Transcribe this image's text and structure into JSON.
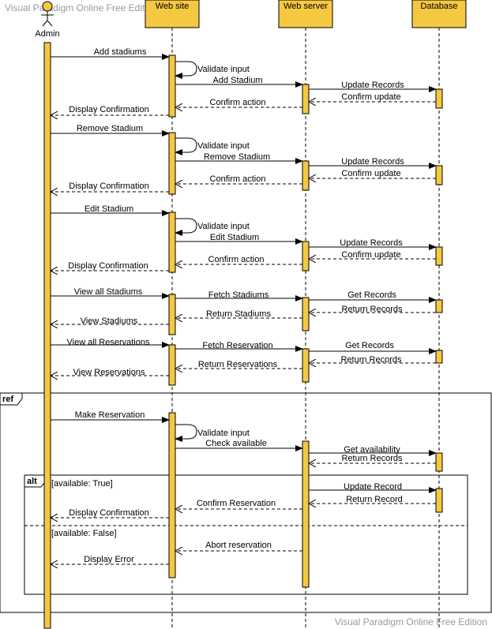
{
  "watermark": {
    "top": "Visual Paradigm Online Free Edition",
    "bottom": "Visual Paradigm Online Free Edition"
  },
  "actor": {
    "label": "Admin"
  },
  "lifelines": {
    "website": "Web site",
    "webserver": "Web server",
    "database": "Database"
  },
  "messages": {
    "m1": "Add stadiums",
    "m2": "Validate input",
    "m3": "Add Stadium",
    "m4": "Update Records",
    "m5": "Confirm update",
    "m6": "Confirm action",
    "m7": "Display Confirmation",
    "m8": "Remove Stadium",
    "m9": "Validate input",
    "m10": "Remove Stadium",
    "m11": "Update Records",
    "m12": "Confirm update",
    "m13": "Confirm action",
    "m14": "Display Confirmation",
    "m15": "Edit Stadium",
    "m16": "Validate input",
    "m17": "Edit Stadium",
    "m18": "Update Records",
    "m19": "Confirm update",
    "m20": "Confirm action",
    "m21": "Display Confirmation",
    "m22": "View all Stadiums",
    "m23": "Fetch Stadiums",
    "m24": "Get Records",
    "m25": "Return Records",
    "m26": "Return Stadiums",
    "m27": "View Stadiums",
    "m28": "View all Reservations",
    "m29": "Fetch Reservation",
    "m30": "Get Records",
    "m31": "Return Records",
    "m32": "Return Reservations",
    "m33": "View Reservations",
    "m34": "Make Reservation",
    "m35": "Validate input",
    "m36": "Check available",
    "m37": "Get availability",
    "m38": "Return Records",
    "m39": "Update Record",
    "m40": "Return Record",
    "m41": "Confirm Reservation",
    "m42": "Display Confirmation",
    "m43": "Abort reservation",
    "m44": "Display Error"
  },
  "fragments": {
    "ref": "ref",
    "alt": "alt",
    "guard_true": "[available: True]",
    "guard_false": "[available: False]"
  },
  "colors": {
    "fill": "#f5c842",
    "line": "#000000",
    "watermark": "#9a9a9a"
  }
}
